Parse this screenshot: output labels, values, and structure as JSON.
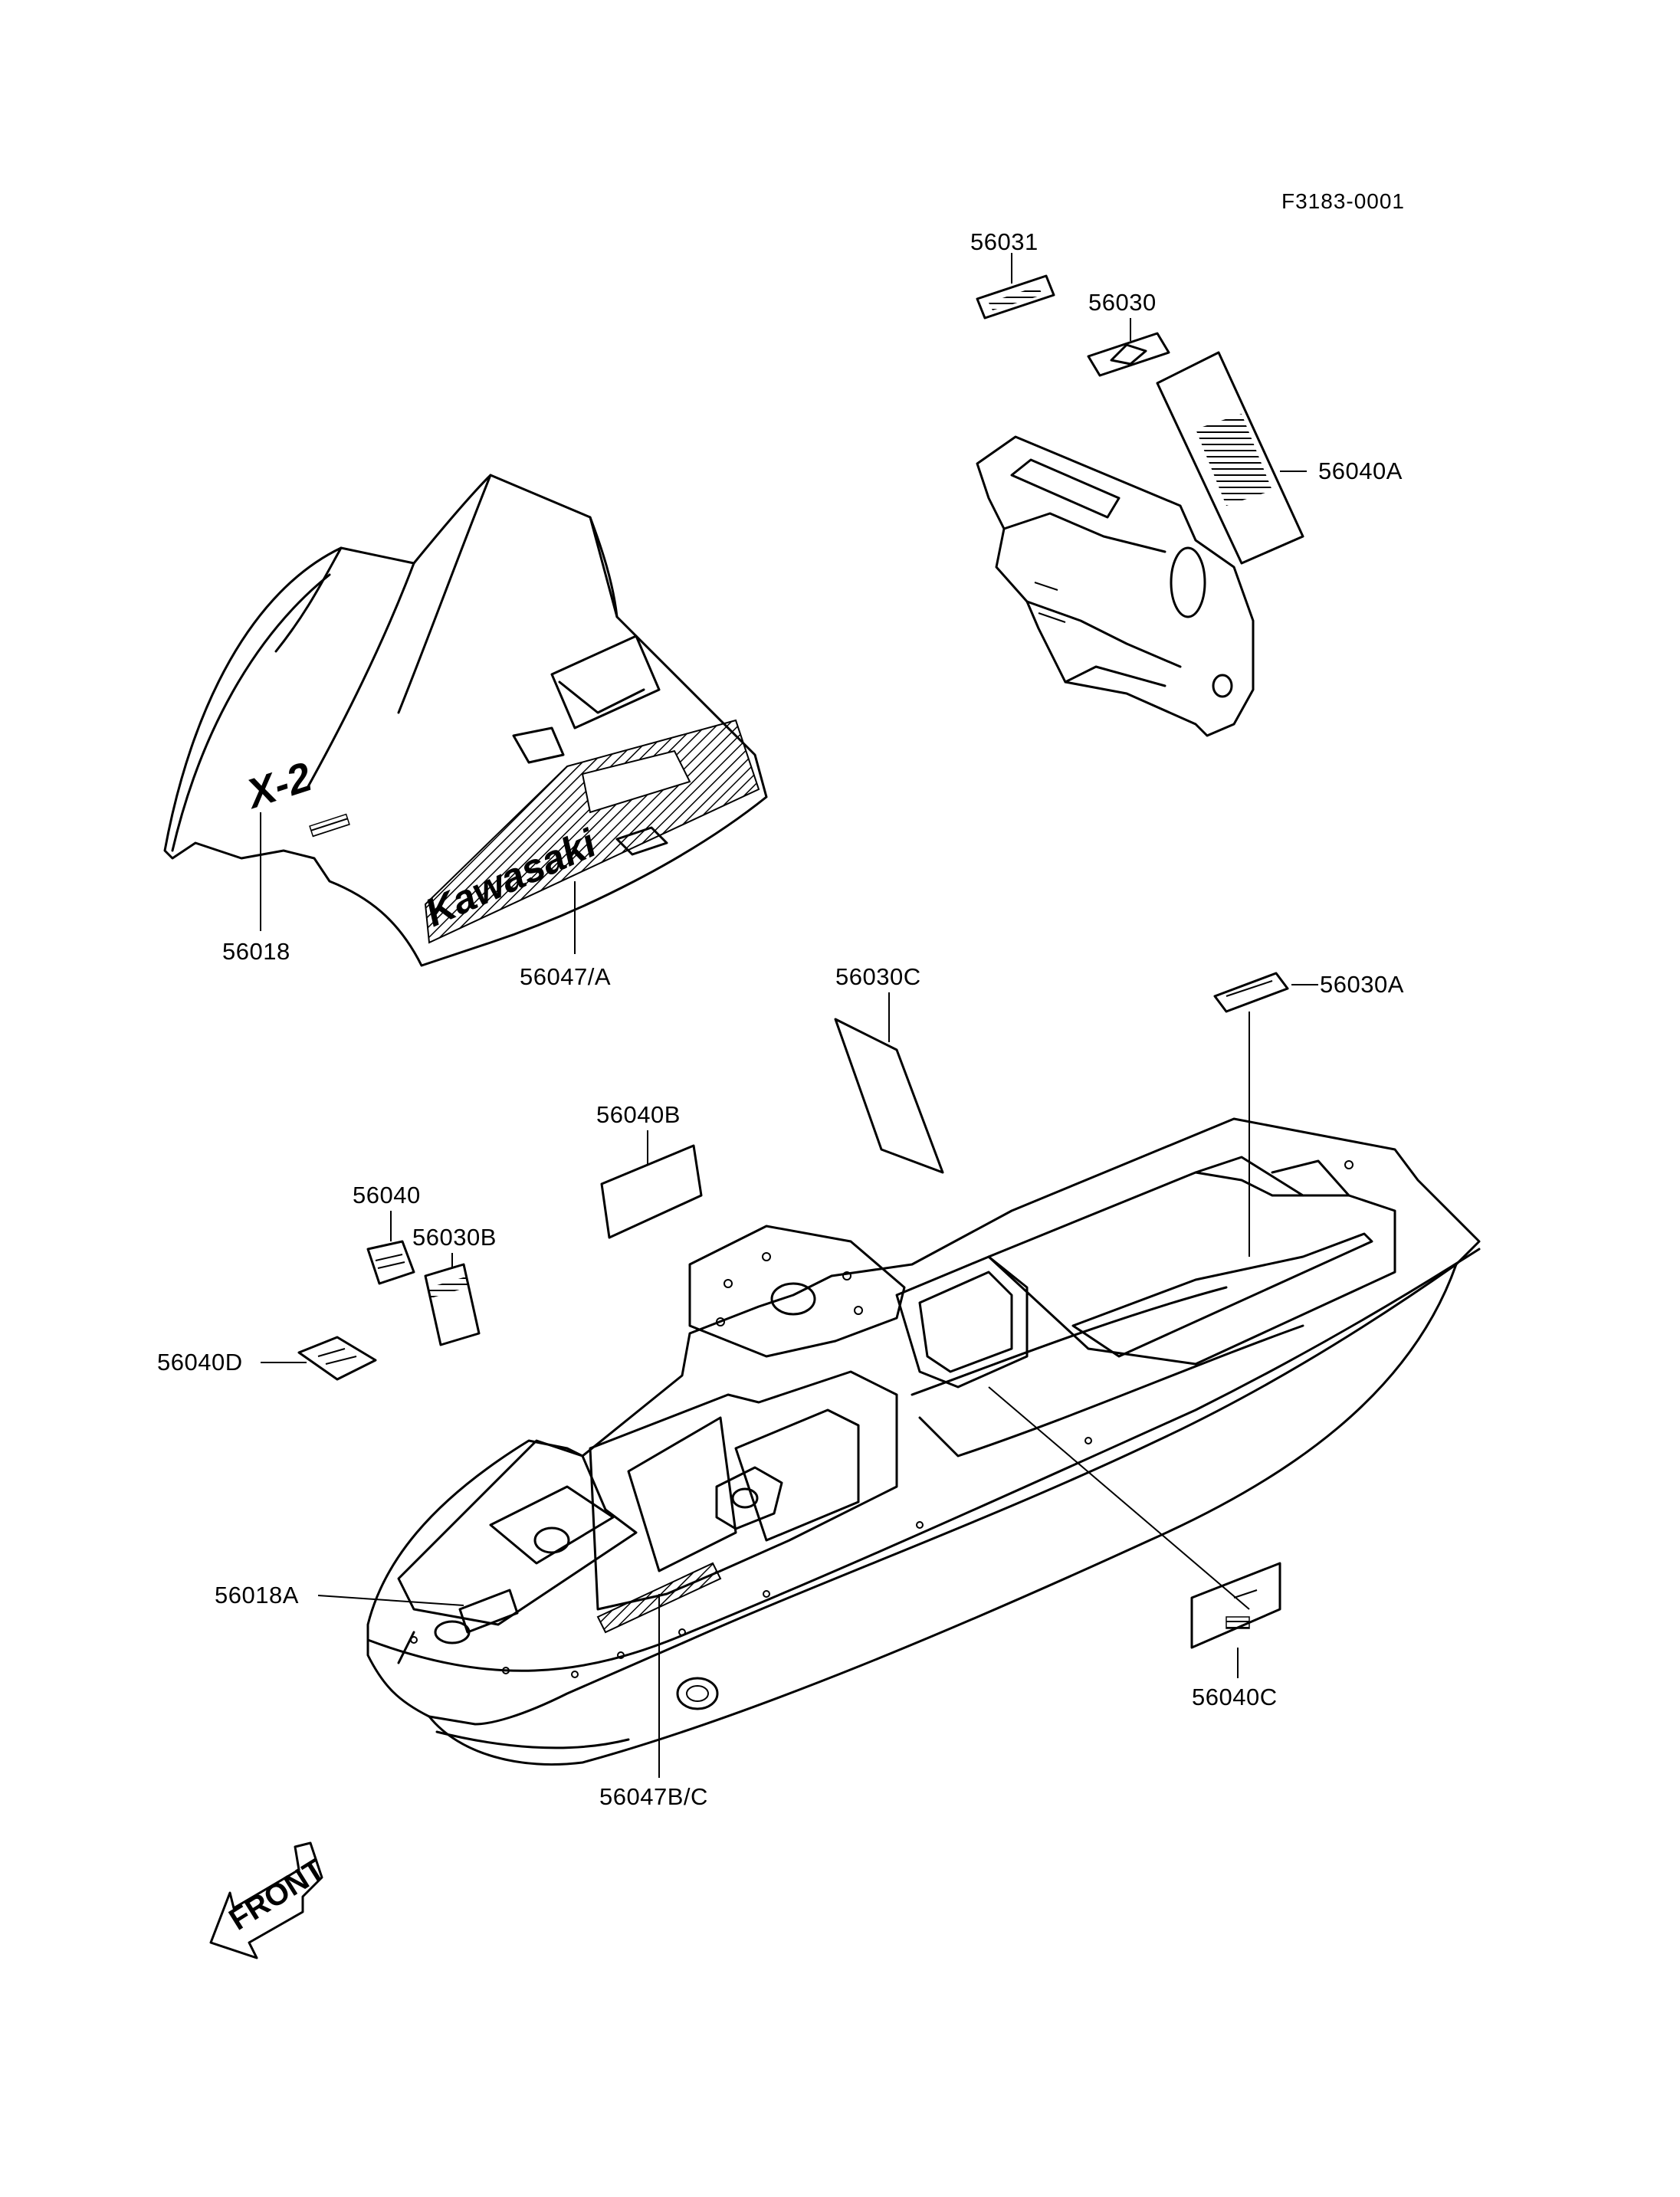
{
  "figure_ref": "F3183-0001",
  "parts": {
    "p56031": "56031",
    "p56030": "56030",
    "p56040A": "56040A",
    "p56018": "56018",
    "p56047A": "56047/A",
    "p56030C": "56030C",
    "p56030A": "56030A",
    "p56040B": "56040B",
    "p56040": "56040",
    "p56030B": "56030B",
    "p56040D": "56040D",
    "p56018A": "56018A",
    "p56040C": "56040C",
    "p56047BC": "56047B/C"
  },
  "decal_text": {
    "brand": "Kawasaki",
    "model": "X-2",
    "front_arrow": "FRONT"
  }
}
